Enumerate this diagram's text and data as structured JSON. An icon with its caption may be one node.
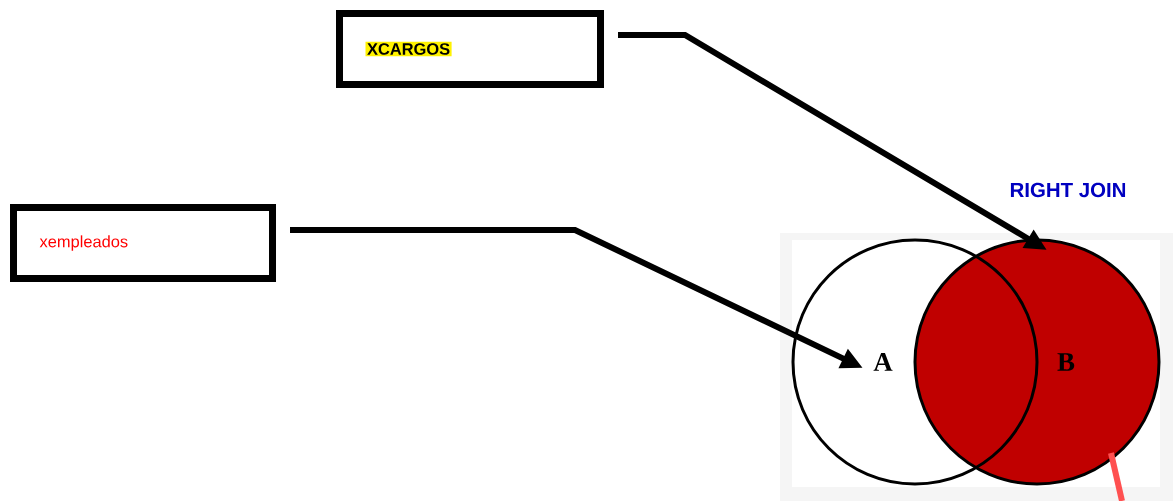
{
  "diagram": {
    "title": "RIGHT JOIN",
    "nodes": [
      {
        "text": [
          "XCARGOS"
        ]
      },
      {
        "text": [
          "xempleados"
        ]
      },
      {
        "text": [
          "A"
        ]
      },
      {
        "text": [
          "B"
        ]
      }
    ],
    "edges": [
      {
        "from": 0,
        "to": 3,
        "arrow": "to"
      },
      {
        "from": 1,
        "to": 2,
        "arrow": "to"
      }
    ]
  }
}
